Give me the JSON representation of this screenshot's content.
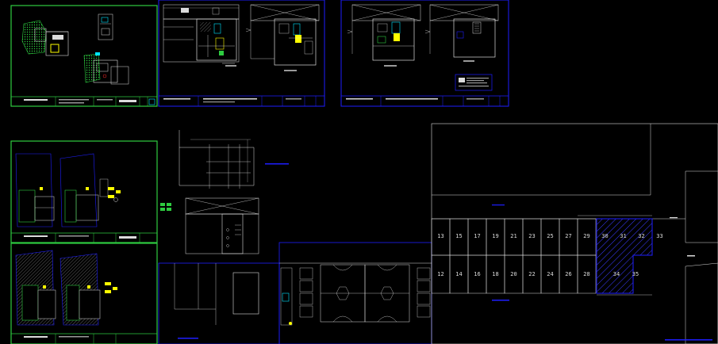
{
  "lot_numbers_top": [
    "13",
    "15",
    "17",
    "19",
    "21",
    "23",
    "25",
    "27",
    "29",
    "30",
    "31",
    "32",
    "33"
  ],
  "lot_numbers_bottom": [
    "12",
    "14",
    "16",
    "18",
    "20",
    "22",
    "24",
    "26",
    "28",
    "34",
    "35"
  ],
  "colors": {
    "background": "#000000",
    "sheet_border_green": "#2ecc40",
    "sheet_border_blue": "#1e1eff",
    "linework": "#e6e6e6",
    "hatch": "#3a3aff",
    "accent_yellow": "#ffff00",
    "accent_cyan": "#00e5ff",
    "accent_red": "#ff2a2a"
  },
  "icons": [
    "north-arrow-icon",
    "title-block-logo-icon"
  ]
}
